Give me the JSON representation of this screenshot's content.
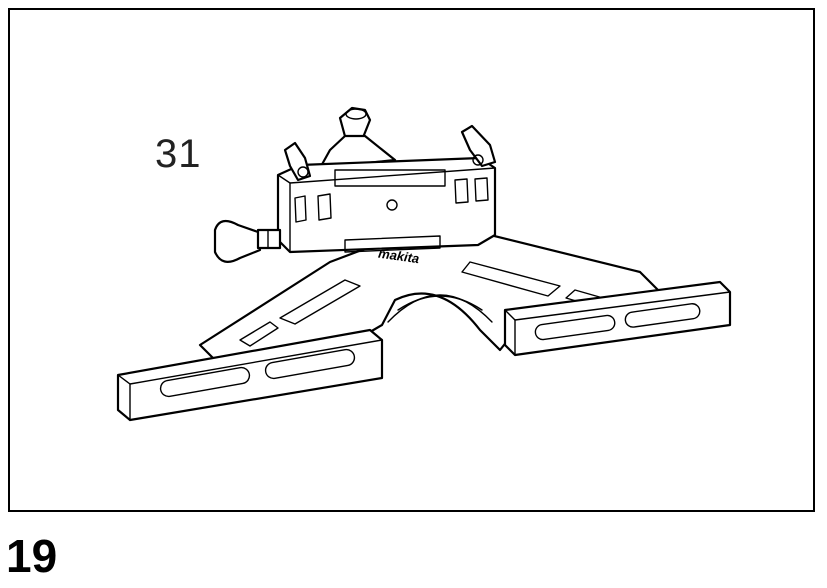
{
  "figure": {
    "callout_label": "31",
    "figure_number": "19",
    "brand_marking": "makita"
  }
}
